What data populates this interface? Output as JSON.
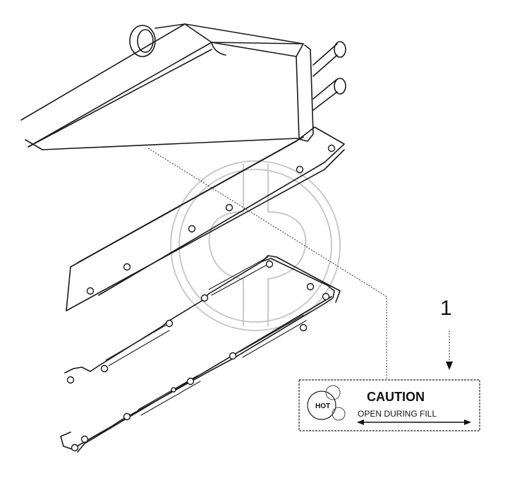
{
  "callout": {
    "number": "1"
  },
  "caution_label": {
    "heading": "CAUTION",
    "subtext": "OPEN DURING FILL",
    "logo_text": "HOT"
  }
}
